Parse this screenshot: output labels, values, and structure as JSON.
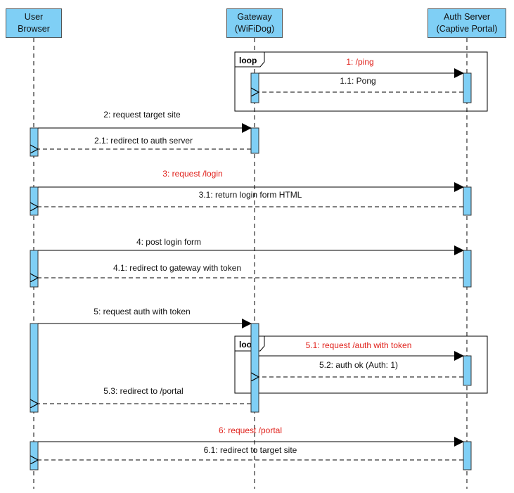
{
  "participants": [
    {
      "line1": "User",
      "line2": "Browser"
    },
    {
      "line1": "Gateway",
      "line2": "(WiFiDog)"
    },
    {
      "line1": "Auth Server",
      "line2": "(Captive Portal)"
    }
  ],
  "frames": [
    {
      "tag": "loop"
    },
    {
      "tag": "loop"
    }
  ],
  "messages": [
    {
      "label": "1: /ping",
      "highlight": true
    },
    {
      "label": "1.1: Pong",
      "highlight": false
    },
    {
      "label": "2: request target site",
      "highlight": false
    },
    {
      "label": "2.1: redirect to auth server",
      "highlight": false
    },
    {
      "label": "3: request /login",
      "highlight": true
    },
    {
      "label": "3.1: return login form HTML",
      "highlight": false
    },
    {
      "label": "4: post login form",
      "highlight": false
    },
    {
      "label": "4.1: redirect to gateway with token",
      "highlight": false
    },
    {
      "label": "5: request auth with token",
      "highlight": false
    },
    {
      "label": "5.1: request /auth with token",
      "highlight": true
    },
    {
      "label": "5.2: auth ok (Auth: 1)",
      "highlight": false
    },
    {
      "label": "5.3: redirect to /portal",
      "highlight": false
    },
    {
      "label": "6: request /portal",
      "highlight": true
    },
    {
      "label": "6.1: redirect to target site",
      "highlight": false
    }
  ],
  "colors": {
    "participant_fill": "#7fcff5",
    "activation_fill": "#7fcff5",
    "line": "#000000",
    "highlight_text": "#e0201a",
    "normal_text": "#111111"
  }
}
